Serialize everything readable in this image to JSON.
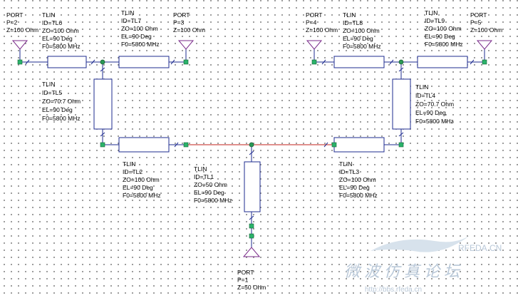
{
  "ports": [
    {
      "id": "port-p2",
      "lines": [
        "PORT",
        "P=2",
        "Z=100 Ohm"
      ]
    },
    {
      "id": "port-p3",
      "lines": [
        "PORT",
        "P=3",
        "Z=100 Ohm"
      ]
    },
    {
      "id": "port-p4",
      "lines": [
        "PORT",
        "P=4",
        "Z=100 Ohm"
      ]
    },
    {
      "id": "port-p5",
      "lines": [
        "PORT",
        "P=5",
        "Z=100 Ohm"
      ]
    },
    {
      "id": "port-p1",
      "lines": [
        "PORT",
        "P=1",
        "Z=50 Ohm"
      ]
    }
  ],
  "tlines": [
    {
      "id": "tl6",
      "lines": [
        "TLIN",
        "ID=TL6",
        "ZO=100 Ohm",
        "EL=90 Deg",
        "F0=5800 MHz"
      ]
    },
    {
      "id": "tl7",
      "lines": [
        "TLIN",
        "ID=TL7",
        "ZO=100 Ohm",
        "EL=90 Deg",
        "F0=5800 MHz"
      ]
    },
    {
      "id": "tl8",
      "lines": [
        "TLIN",
        "ID=TL8",
        "ZO=100 Ohm",
        "EL=90 Deg",
        "F0=5800 MHz"
      ]
    },
    {
      "id": "tl9",
      "lines": [
        "TLIN",
        "ID=TL9",
        "ZO=100 Ohm",
        "EL=90 Deg",
        "F0=5800 MHz"
      ]
    },
    {
      "id": "tl5",
      "lines": [
        "TLIN",
        "ID=TL5",
        "ZO=70.7 Ohm",
        "EL=90 Deg",
        "F0=5800 MHz"
      ]
    },
    {
      "id": "tl4",
      "lines": [
        "TLIN",
        "ID=TL4",
        "ZO=70.7 Ohm",
        "EL=90 Deg",
        "F0=5800 MHz"
      ]
    },
    {
      "id": "tl2",
      "lines": [
        "TLIN",
        "ID=TL2",
        "ZO=100 Ohm",
        "EL=90 Deg",
        "F0=5800 MHz"
      ]
    },
    {
      "id": "tl1",
      "lines": [
        "TLIN",
        "ID=TL1",
        "ZO=50 Ohm",
        "EL=90 Deg",
        "F0=5800 MHz"
      ]
    },
    {
      "id": "tl3",
      "lines": [
        "TLIN",
        "ID=TL3",
        "ZO=100 Ohm",
        "EL=90 Deg",
        "F0=5800 MHz"
      ]
    }
  ],
  "watermark": {
    "site": "RFEDA.CN",
    "title": "微波仿真论坛",
    "url": "http://bbs.rfeda.cn"
  },
  "colors": {
    "wire": "#1e2b8f",
    "wire_red": "#c0201b",
    "node": "#2a9a55",
    "port": "#7a2a8a"
  }
}
